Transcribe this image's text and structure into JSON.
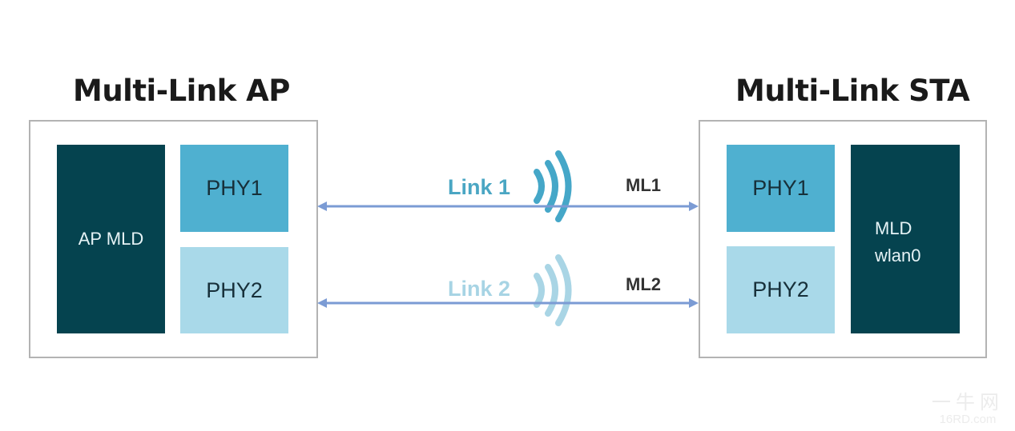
{
  "diagram": {
    "ap": {
      "title": "Multi-Link AP",
      "mld_label": "AP MLD",
      "phy1_label": "PHY1",
      "phy2_label": "PHY2"
    },
    "sta": {
      "title": "Multi-Link STA",
      "mld_line1": "MLD",
      "mld_line2": "wlan0",
      "phy1_label": "PHY1",
      "phy2_label": "PHY2"
    },
    "links": [
      {
        "label": "Link 1",
        "ml_label": "ML1",
        "color": "#4aa6c3"
      },
      {
        "label": "Link 2",
        "ml_label": "ML2",
        "color": "#a7d4e4"
      }
    ],
    "colors": {
      "mld_dark": "#05434f",
      "phy1": "#4fb0d0",
      "phy2": "#a9d9e9",
      "arrow": "#7b9bd4",
      "frame": "#b3b3b3"
    },
    "watermark": {
      "line1": "一牛网",
      "line2": "16RD.com"
    }
  }
}
